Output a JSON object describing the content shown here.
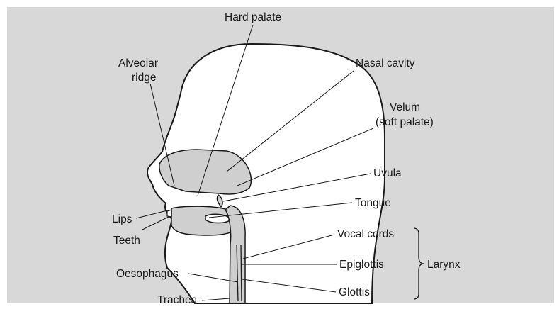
{
  "colors": {
    "background": "#d8d8d8",
    "head_fill": "#ffffff",
    "cavity_fill": "#cfcfcf",
    "ink": "#1a1a1a"
  },
  "labels": {
    "hard_palate": "Hard palate",
    "alveolar_ridge_line1": "Alveolar",
    "alveolar_ridge_line2": "ridge",
    "nasal_cavity": "Nasal cavity",
    "velum_line1": "Velum",
    "velum_line2": "(soft palate)",
    "uvula": "Uvula",
    "tongue": "Tongue",
    "lips": "Lips",
    "teeth": "Teeth",
    "vocal_cords": "Vocal cords",
    "epiglottis": "Epiglottis",
    "larynx": "Larynx",
    "oesophagus": "Oesophagus",
    "glottis": "Glottis",
    "trachea": "Trachea"
  }
}
